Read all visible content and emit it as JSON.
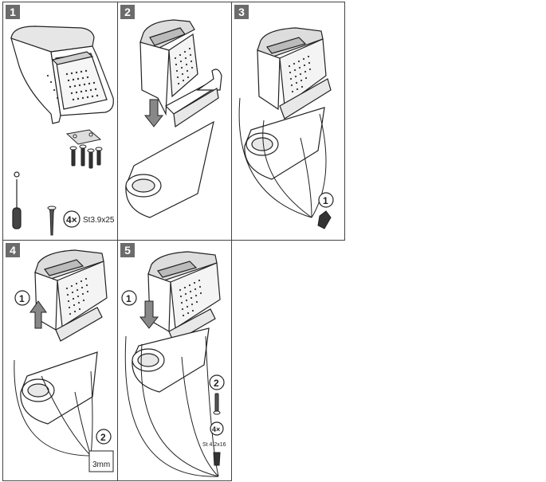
{
  "steps": [
    {
      "number": "1"
    },
    {
      "number": "2"
    },
    {
      "number": "3"
    },
    {
      "number": "4"
    },
    {
      "number": "5"
    }
  ],
  "step1": {
    "screw_count": "4×",
    "screw_spec": "St3.9x25"
  },
  "step3": {
    "callout": "1"
  },
  "step4": {
    "callout_1": "1",
    "callout_2": "2",
    "gap_label": "3mm"
  },
  "step5": {
    "callout_1": "1",
    "callout_2": "2",
    "screw_count": "4×",
    "screw_spec": "St 4.2x16"
  }
}
